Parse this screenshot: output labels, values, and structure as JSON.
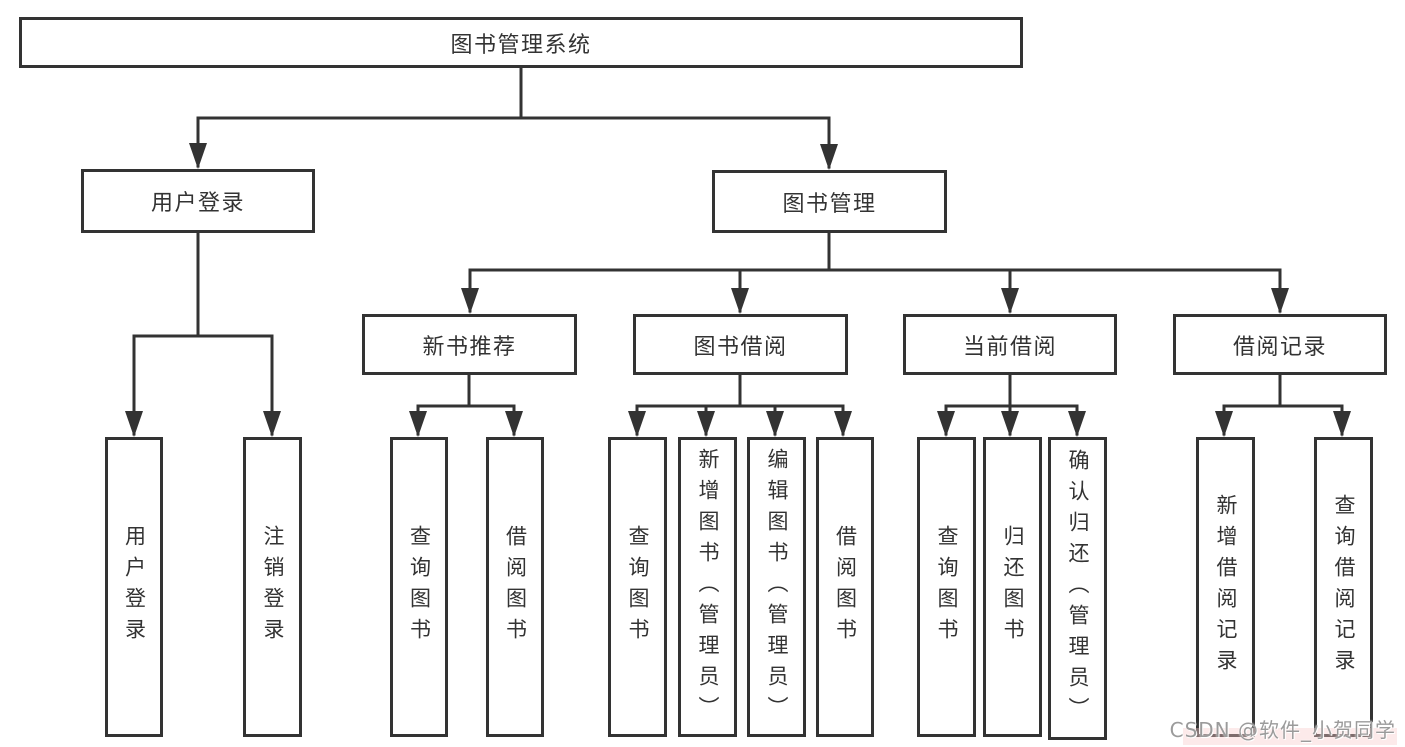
{
  "diagram_title": "图书管理系统",
  "colors": {
    "line": "#333333",
    "box_border": "#333333",
    "text": "#333333",
    "background": "#ffffff",
    "watermark_text": "#9b9b9b"
  },
  "watermark": {
    "text": "CSDN @软件_小贺同学"
  },
  "nodes": [
    {
      "id": "root",
      "label": "图书管理系统",
      "level": 1,
      "parent": null
    },
    {
      "id": "user-login",
      "label": "用户登录",
      "level": 2,
      "parent": "root"
    },
    {
      "id": "book-mgmt",
      "label": "图书管理",
      "level": 2,
      "parent": "root"
    },
    {
      "id": "new-book-rec",
      "label": "新书推荐",
      "level": 3,
      "parent": "book-mgmt"
    },
    {
      "id": "book-borrow",
      "label": "图书借阅",
      "level": 3,
      "parent": "book-mgmt"
    },
    {
      "id": "current-borrow",
      "label": "当前借阅",
      "level": 3,
      "parent": "book-mgmt"
    },
    {
      "id": "borrow-record",
      "label": "借阅记录",
      "level": 3,
      "parent": "book-mgmt"
    },
    {
      "id": "leaf-user-login",
      "label": "用户登录",
      "level": 4,
      "parent": "user-login"
    },
    {
      "id": "leaf-logout",
      "label": "注销登录",
      "level": 4,
      "parent": "user-login"
    },
    {
      "id": "rec-query-book",
      "label": "查询图书",
      "level": 4,
      "parent": "new-book-rec"
    },
    {
      "id": "rec-borrow-book",
      "label": "借阅图书",
      "level": 4,
      "parent": "new-book-rec"
    },
    {
      "id": "bb-query-book",
      "label": "查询图书",
      "level": 4,
      "parent": "book-borrow"
    },
    {
      "id": "bb-add-book",
      "label": "新增图书（管理员）",
      "level": 4,
      "parent": "book-borrow"
    },
    {
      "id": "bb-edit-book",
      "label": "编辑图书（管理员）",
      "level": 4,
      "parent": "book-borrow"
    },
    {
      "id": "bb-borrow-book",
      "label": "借阅图书",
      "level": 4,
      "parent": "book-borrow"
    },
    {
      "id": "cb-query-book",
      "label": "查询图书",
      "level": 4,
      "parent": "current-borrow"
    },
    {
      "id": "cb-return-book",
      "label": "归还图书",
      "level": 4,
      "parent": "current-borrow"
    },
    {
      "id": "cb-confirm-return",
      "label": "确认归还（管理员）",
      "level": 4,
      "parent": "current-borrow"
    },
    {
      "id": "br-add-record",
      "label": "新增借阅记录",
      "level": 4,
      "parent": "borrow-record"
    },
    {
      "id": "br-query-record",
      "label": "查询借阅记录",
      "level": 4,
      "parent": "borrow-record"
    }
  ]
}
